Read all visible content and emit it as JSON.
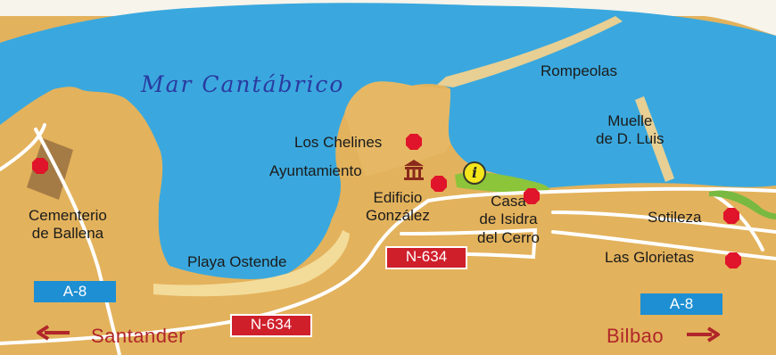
{
  "sea": {
    "name": "Mar Cantábrico"
  },
  "places": [
    {
      "id": "los-chelines",
      "name": "Los Chelines"
    },
    {
      "id": "ayuntamiento",
      "name": "Ayuntamiento"
    },
    {
      "id": "edificio-gonzalez",
      "name": "Edificio\nGonzález"
    },
    {
      "id": "casa-isidra",
      "name": "Casa\nde Isidra\ndel Cerro"
    },
    {
      "id": "cementerio",
      "name": "Cementerio\nde Ballena"
    },
    {
      "id": "sotileza",
      "name": "Sotileza"
    },
    {
      "id": "las-glorietas",
      "name": "Las Glorietas"
    }
  ],
  "features": {
    "rompeolas": "Rompeolas",
    "muelle": "Muelle\nde D. Luis",
    "playa": "Playa Ostende"
  },
  "roads": {
    "a8_left": "A-8",
    "a8_right": "A-8",
    "n634_top": "N-634",
    "n634_bottom": "N-634"
  },
  "directions": {
    "west": "Santander",
    "east": "Bilbao"
  },
  "icons": {
    "poi": "red-octagon-icon",
    "town_hall": "town-hall-icon",
    "info": "i"
  },
  "colors": {
    "sea": "#3aa8de",
    "land": "#e3b25c",
    "beach": "#f3dc9a",
    "park": "#8cc43a",
    "poi": "#e0142a",
    "road_blue": "#1e8fd2",
    "road_red": "#cf1f2b",
    "city_text": "#b0262a"
  }
}
